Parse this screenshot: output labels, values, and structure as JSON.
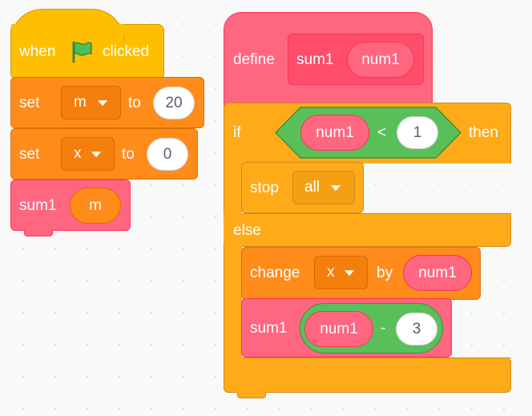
{
  "left_script": {
    "hat": {
      "when": "when",
      "flag_icon": "green-flag-icon",
      "clicked": "clicked"
    },
    "set_m": {
      "label": "set",
      "variable": "m",
      "to": "to",
      "value": "20"
    },
    "set_x": {
      "label": "set",
      "variable": "x",
      "to": "to",
      "value": "0"
    },
    "call_sum1": {
      "label": "sum1",
      "arg": "m"
    }
  },
  "right_script": {
    "define": {
      "label": "define",
      "name": "sum1",
      "param": "num1"
    },
    "if_else": {
      "if_label": "if",
      "then_label": "then",
      "else_label": "else",
      "condition": {
        "left": "num1",
        "operator": "<",
        "right": "1"
      }
    },
    "stop": {
      "label": "stop",
      "option": "all"
    },
    "change": {
      "label": "change",
      "variable": "x",
      "by": "by",
      "value": "num1"
    },
    "recurse": {
      "label": "sum1",
      "left": "num1",
      "operator": "-",
      "right": "3"
    }
  },
  "colors": {
    "events": "#ffbf00",
    "variables": "#ff8c1a",
    "my_blocks": "#ff6680",
    "control": "#ffab19",
    "operators": "#59c059"
  }
}
